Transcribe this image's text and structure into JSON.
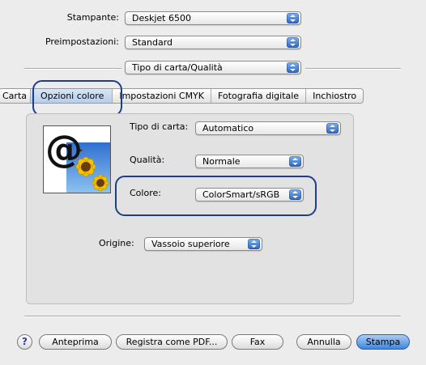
{
  "printer": {
    "label": "Stampante:",
    "value": "Deskjet 6500"
  },
  "presets": {
    "label": "Preimpostazioni:",
    "value": "Standard"
  },
  "section": {
    "value": "Tipo di carta/Qualità"
  },
  "tabs": [
    {
      "label": "Carta"
    },
    {
      "label": "Opzioni colore"
    },
    {
      "label": "Impostazioni CMYK"
    },
    {
      "label": "Fotografia digitale"
    },
    {
      "label": "Inchiostro"
    }
  ],
  "paper_type": {
    "label": "Tipo di carta:",
    "value": "Automatico"
  },
  "quality": {
    "label": "Qualità:",
    "value": "Normale"
  },
  "color": {
    "label": "Colore:",
    "value": "ColorSmart/sRGB"
  },
  "source": {
    "label": "Origine:",
    "value": "Vassoio superiore"
  },
  "help": {
    "label": "?"
  },
  "buttons": {
    "preview": "Anteprima",
    "save_pdf": "Registra come PDF...",
    "fax": "Fax",
    "cancel": "Annulla",
    "print": "Stampa"
  },
  "colors": {
    "accent": "#3f86dc",
    "highlight_ring": "#1b3f8b"
  }
}
